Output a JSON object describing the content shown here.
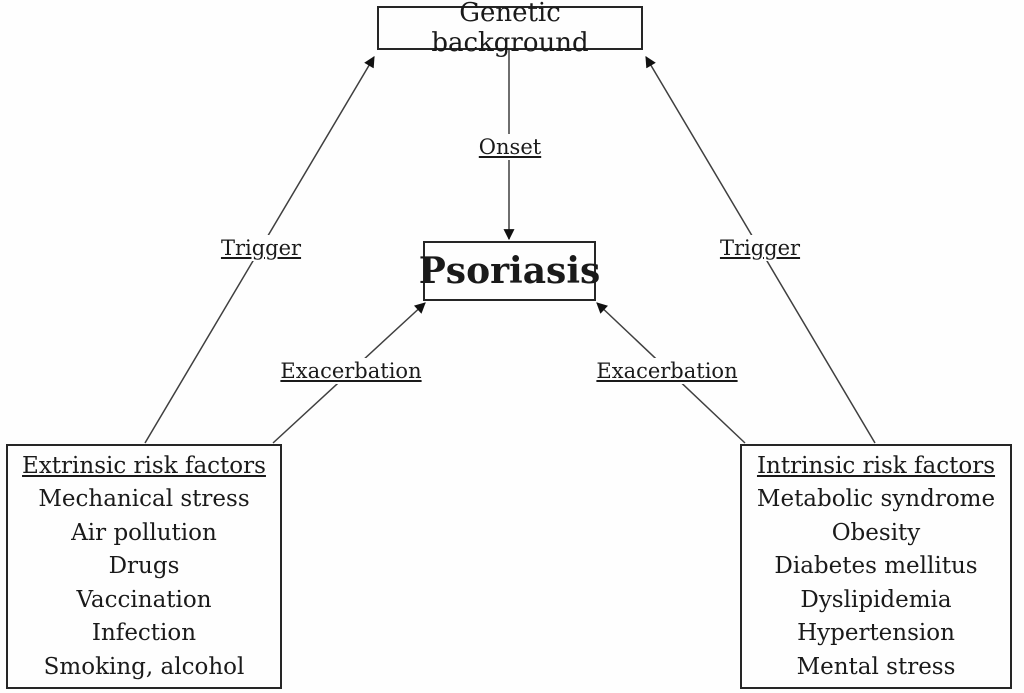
{
  "diagram": {
    "nodes": {
      "genetic": {
        "label": "Genetic background"
      },
      "psoriasis": {
        "label": "Psoriasis"
      },
      "extrinsic": {
        "title": "Extrinsic risk factors",
        "items": [
          "Mechanical stress",
          "Air pollution",
          "Drugs",
          "Vaccination",
          "Infection",
          "Smoking, alcohol"
        ]
      },
      "intrinsic": {
        "title": "Intrinsic risk factors",
        "items": [
          "Metabolic syndrome",
          "Obesity",
          "Diabetes mellitus",
          "Dyslipidemia",
          "Hypertension",
          "Mental stress"
        ]
      }
    },
    "edges": {
      "onset": {
        "label": "Onset",
        "from": "genetic",
        "to": "psoriasis"
      },
      "trigger_left": {
        "label": "Trigger",
        "from": "extrinsic",
        "to": "genetic"
      },
      "trigger_right": {
        "label": "Trigger",
        "from": "intrinsic",
        "to": "genetic"
      },
      "exacerbation_left": {
        "label": "Exacerbation",
        "from": "extrinsic",
        "to": "psoriasis"
      },
      "exacerbation_right": {
        "label": "Exacerbation",
        "from": "intrinsic",
        "to": "psoriasis"
      }
    },
    "colors": {
      "background": "#fefefe",
      "text": "#1a1a1a",
      "box_border": "#262626",
      "arrow_line": "#3f3f3f",
      "arrow_head": "#111111"
    }
  }
}
